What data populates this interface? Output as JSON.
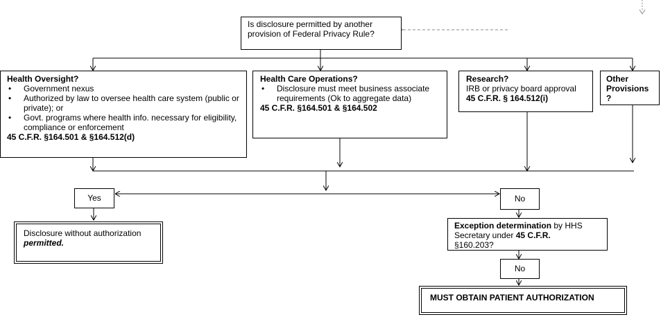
{
  "question": {
    "line1": "Is disclosure permitted by another",
    "line2": "provision of Federal Privacy Rule?"
  },
  "health_oversight": {
    "title": "Health Oversight?",
    "bullets": [
      "Government nexus",
      "Authorized by law to oversee health care system (public or private); or",
      "Govt. programs where health info. necessary for eligibility, compliance or enforcement"
    ],
    "citation": "45 C.F.R. §164.501 & §164.512(d)"
  },
  "health_care_ops": {
    "title": "Health Care Operations?",
    "bullets": [
      "Disclosure must meet business associate requirements (Ok to aggregate data)"
    ],
    "citation": "45 C.F.R. §164.501 & §164.502"
  },
  "research": {
    "title": "Research?",
    "text": "IRB or privacy board approval",
    "citation": "45 C.F.R. § 164.512(i)"
  },
  "other": {
    "line1": "Other",
    "line2": "Provisions",
    "line3": "?"
  },
  "yes_label": "Yes",
  "no_label_1": "No",
  "no_label_2": "No",
  "permitted": {
    "text": "Disclosure without authorization",
    "emph": "permitted."
  },
  "exception": {
    "bold1": "Exception determination",
    "text1": " by HHS",
    "text2": "Secretary under ",
    "bold2": "45 C.F.R.",
    "text3": "§160.203?"
  },
  "must_obtain": "MUST OBTAIN PATIENT AUTHORIZATION"
}
